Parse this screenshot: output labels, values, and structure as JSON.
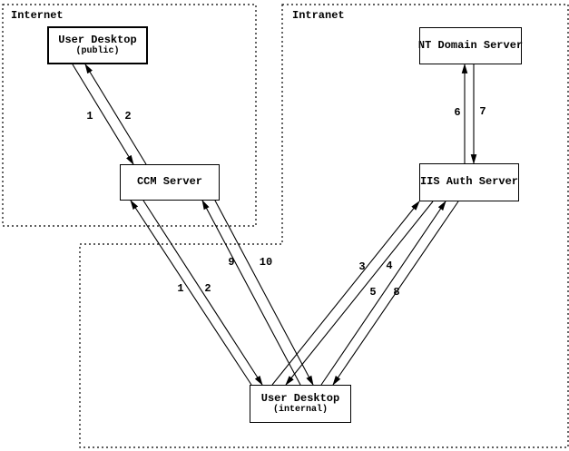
{
  "zones": {
    "internet": {
      "label": "Internet"
    },
    "intranet": {
      "label": "Intranet"
    }
  },
  "nodes": {
    "user_desktop_public": {
      "title": "User Desktop",
      "subtitle": "(public)"
    },
    "nt_domain_server": {
      "title": "NT Domain Server"
    },
    "ccm_server": {
      "title": "CCM Server"
    },
    "iis_auth_server": {
      "title": "IIS Auth Server"
    },
    "user_desktop_internal": {
      "title": "User Desktop",
      "subtitle": "(internal)"
    }
  },
  "flow_labels": {
    "step1_public": "1",
    "step2_public": "2",
    "step1_internal": "1",
    "step2_internal": "2",
    "step3": "3",
    "step4": "4",
    "step5": "5",
    "step6": "6",
    "step7": "7",
    "step8": "8",
    "step9": "9",
    "step10": "10"
  },
  "colors": {
    "line": "#000000",
    "background": "#ffffff"
  }
}
